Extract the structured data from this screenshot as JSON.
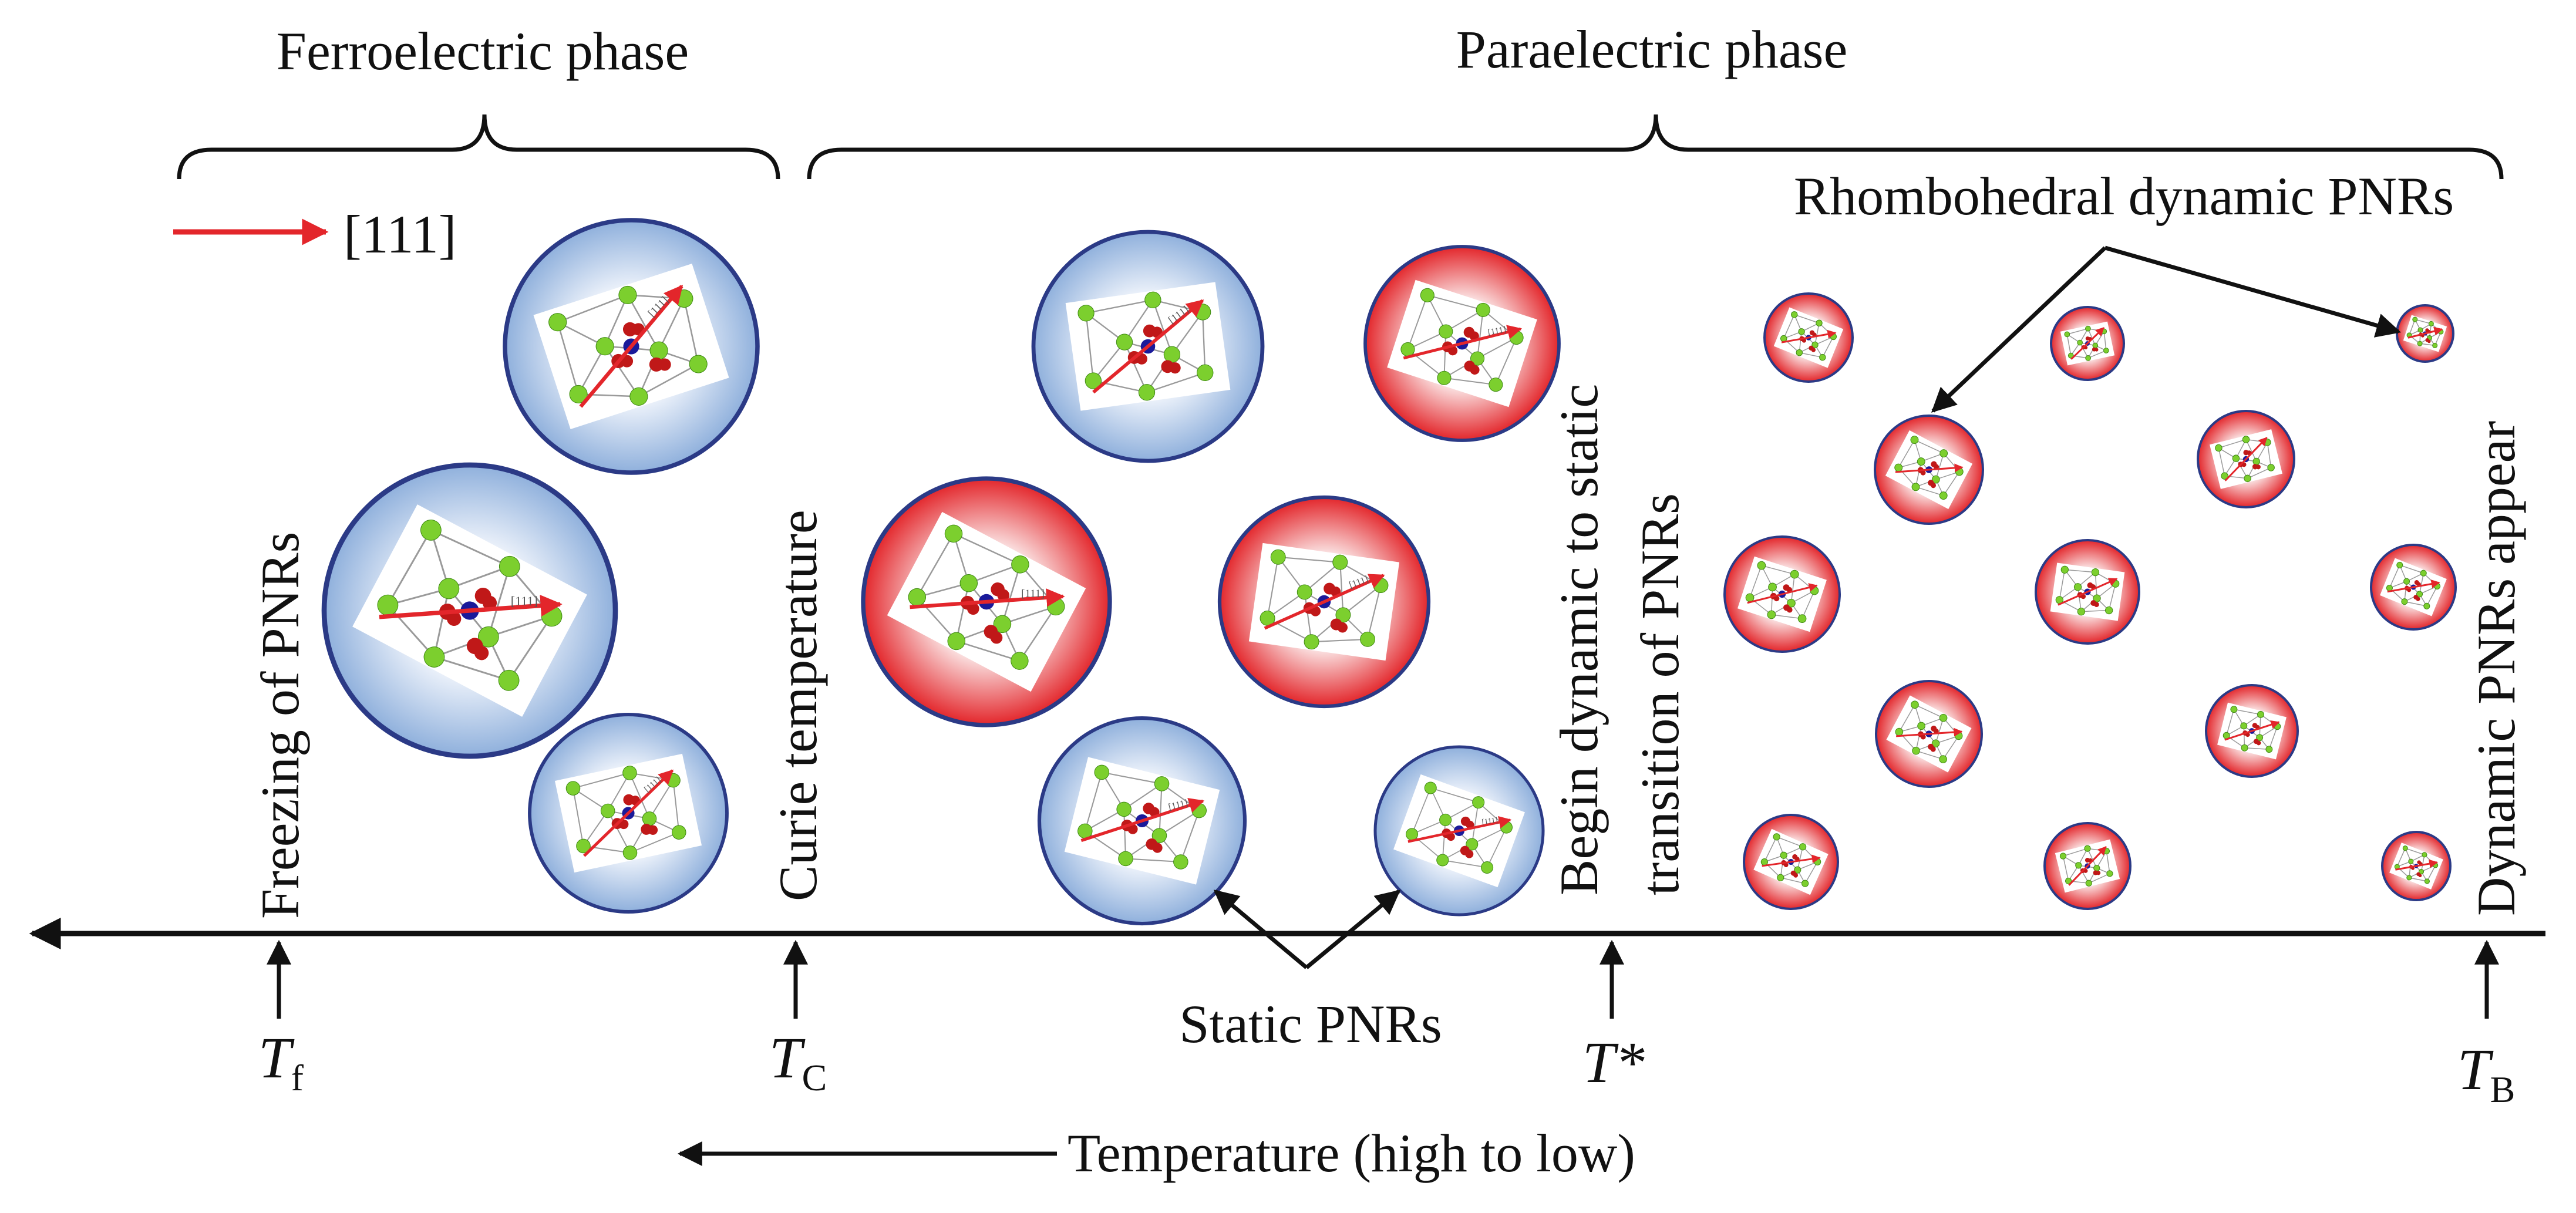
{
  "phases": {
    "ferroelectric": "Ferroelectric phase",
    "paraelectric": "Paraelectric phase"
  },
  "legend": {
    "direction": "[111]",
    "arrow_color": "#e3262b"
  },
  "vertical_labels": {
    "freezing": "Freezing of PNRs",
    "curie": "Curie temperature",
    "begin_line1": "Begin dynamic to static",
    "begin_line2": "transition of PNRs",
    "dynamic_appear": "Dynamic PNRs appear"
  },
  "annotations": {
    "rhombohedral": "Rhombohedral dynamic PNRs",
    "static": "Static PNRs",
    "crystal_direction": "[111]"
  },
  "temperatures": {
    "tf_symbol": "T",
    "tf_subscript": "f",
    "tc_symbol": "T",
    "tc_subscript": "C",
    "tstar": "T*",
    "tb_symbol": "T",
    "tb_subscript": "B"
  },
  "axis": {
    "label": "Temperature (high to low)"
  },
  "colors": {
    "static_region_blue": "#8fb0dc",
    "dynamic_region_red": "#e3262b",
    "atom_green": "#7ccf2e",
    "atom_red": "#c01818",
    "atom_blue": "#1a1a9a"
  }
}
